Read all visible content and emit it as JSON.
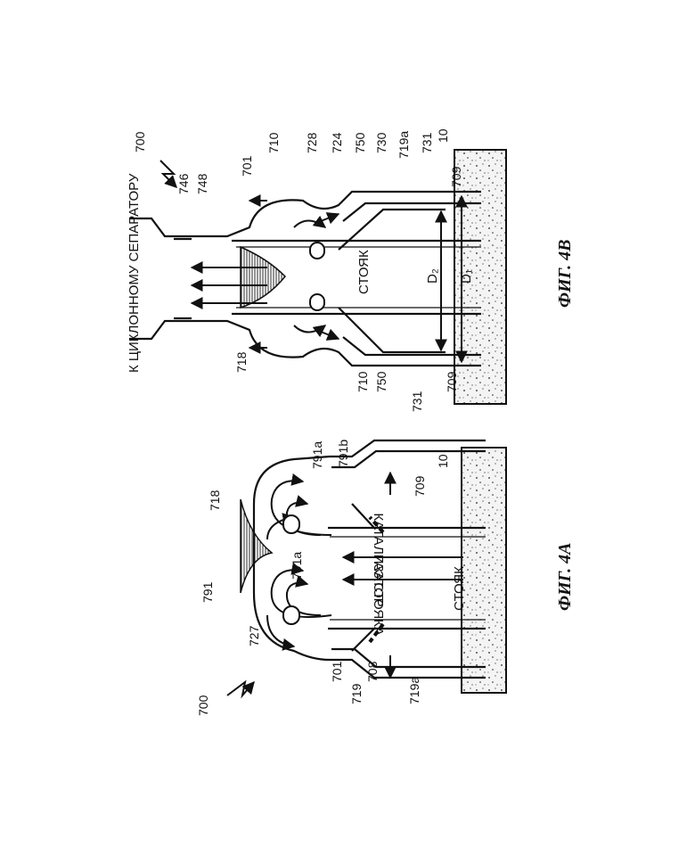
{
  "figures": {
    "fig_a": {
      "caption": "ФИГ. 4А",
      "labels": {
        "riser_gas": "ГАЗ СТОЯКА",
        "catalyst": "КАТАЛИЗАТОР",
        "riser": "СТОЯК"
      },
      "refs": {
        "r700": "700",
        "r791": "791",
        "r727": "727",
        "r718": "718",
        "r791a_top": "791a",
        "r791b": "791b",
        "r791a_mid": "791a",
        "r709": "709",
        "r10": "10",
        "r701": "701",
        "r708": "708",
        "r719": "719",
        "r719a": "719a"
      }
    },
    "fig_b": {
      "caption": "ФИГ. 4В",
      "labels": {
        "to_cyclone": "К ЦИКЛОННОМУ СЕПАРАТОРУ",
        "riser": "СТОЯК",
        "d2": "D₂",
        "d1": "D₁"
      },
      "refs": {
        "r700": "700",
        "r746": "746",
        "r748": "748",
        "r701": "701",
        "r710_top": "710",
        "r728": "728",
        "r724": "724",
        "r750_top": "750",
        "r730": "730",
        "r719a": "719a",
        "r731_top": "731",
        "r709_top": "709",
        "r10": "10",
        "r718": "718",
        "r710_bot": "710",
        "r750_bot": "750",
        "r709_bot": "709",
        "r731_bot": "731"
      }
    }
  },
  "colors": {
    "ink": "#111111",
    "paper": "#ffffff",
    "concrete_fill": "#f2f2f2"
  }
}
